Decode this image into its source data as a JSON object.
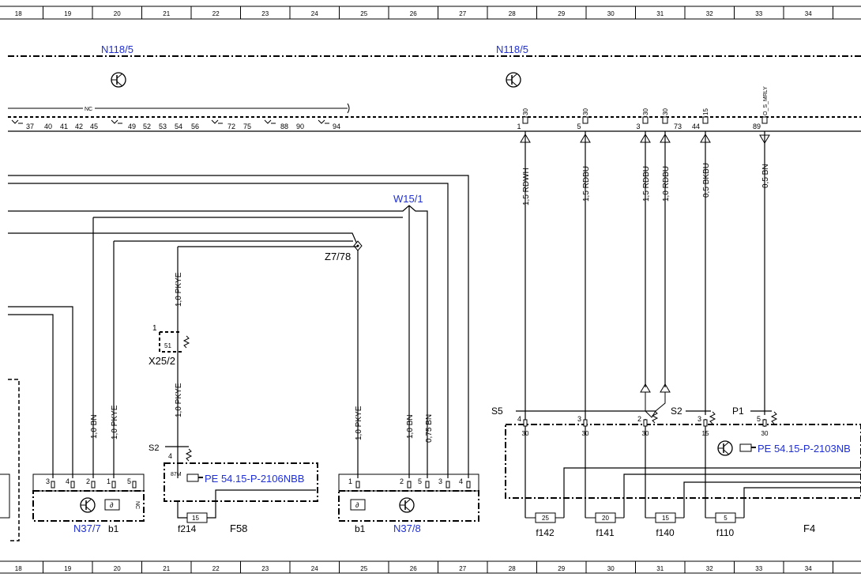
{
  "grid": {
    "numbers": [
      "18",
      "19",
      "20",
      "21",
      "22",
      "23",
      "24",
      "25",
      "26",
      "27",
      "28",
      "29",
      "30",
      "31",
      "32",
      "33",
      "34"
    ]
  },
  "components": {
    "n118_5_left": "N118/5",
    "n118_5_right": "N118/5",
    "w15_1": "W15/1",
    "z7_78": "Z7/78",
    "x25_2": "X25/2",
    "n37_7": "N37/7",
    "n37_8": "N37/8",
    "f58": "F58",
    "f4": "F4",
    "s2_left": "S2",
    "s2_right": "S2",
    "s5": "S5",
    "p1": "P1"
  },
  "references": {
    "ref_left": "PE 54.15-P-2106NBB",
    "ref_right": "PE 54.15-P-2103NB"
  },
  "connector": {
    "nc_label": "NC",
    "pins": [
      "37",
      "40",
      "41",
      "42",
      "45",
      "49",
      "52",
      "53",
      "54",
      "56",
      "72",
      "75",
      "88",
      "90",
      "94"
    ],
    "right_pins": [
      "1",
      "5",
      "3",
      "73",
      "44",
      "89"
    ],
    "right_terminals": [
      "30",
      "30",
      "30",
      "30",
      "15",
      "O_S_MRLY"
    ]
  },
  "wires": {
    "w1": "1,5 RDWH",
    "w2": "1,5 RDBU",
    "w3": "1,5 RDBU",
    "w4": "1,0 RDBU",
    "w5": "0,5 BKBU",
    "w6": "0,5 BN",
    "n37_7_bn": "1,0 BN",
    "n37_7_pkye": "1,0 PKYE",
    "x25_top": "1,0 PKYE",
    "x25_bottom": "1,0 PKYE",
    "n37_8_pkye": "1,0 PKYE",
    "n37_8_bn": "1,0 BN",
    "n37_8_bn075": "0,75 BN"
  },
  "pins": {
    "x25_pin": "1",
    "x25_inner": "51",
    "s2_pin": "4",
    "s2_87m": "87M",
    "n37_7": [
      "3",
      "4",
      "2",
      "1",
      "5"
    ],
    "n37_7_nc": "NC",
    "n37_7_b1": "b1",
    "n37_8": [
      "1",
      "2",
      "5",
      "3",
      "4"
    ],
    "n37_8_b1": "b1",
    "f4_pins": [
      "4",
      "3",
      "2",
      "3",
      "5"
    ],
    "f4_terms": [
      "30",
      "30",
      "30",
      "15",
      "30"
    ]
  },
  "fuses": {
    "f214": {
      "label": "f214",
      "value": "15"
    },
    "f142": {
      "label": "f142",
      "value": "25"
    },
    "f141": {
      "label": "f141",
      "value": "20"
    },
    "f140": {
      "label": "f140",
      "value": "15"
    },
    "f110": {
      "label": "f110",
      "value": "5"
    }
  }
}
